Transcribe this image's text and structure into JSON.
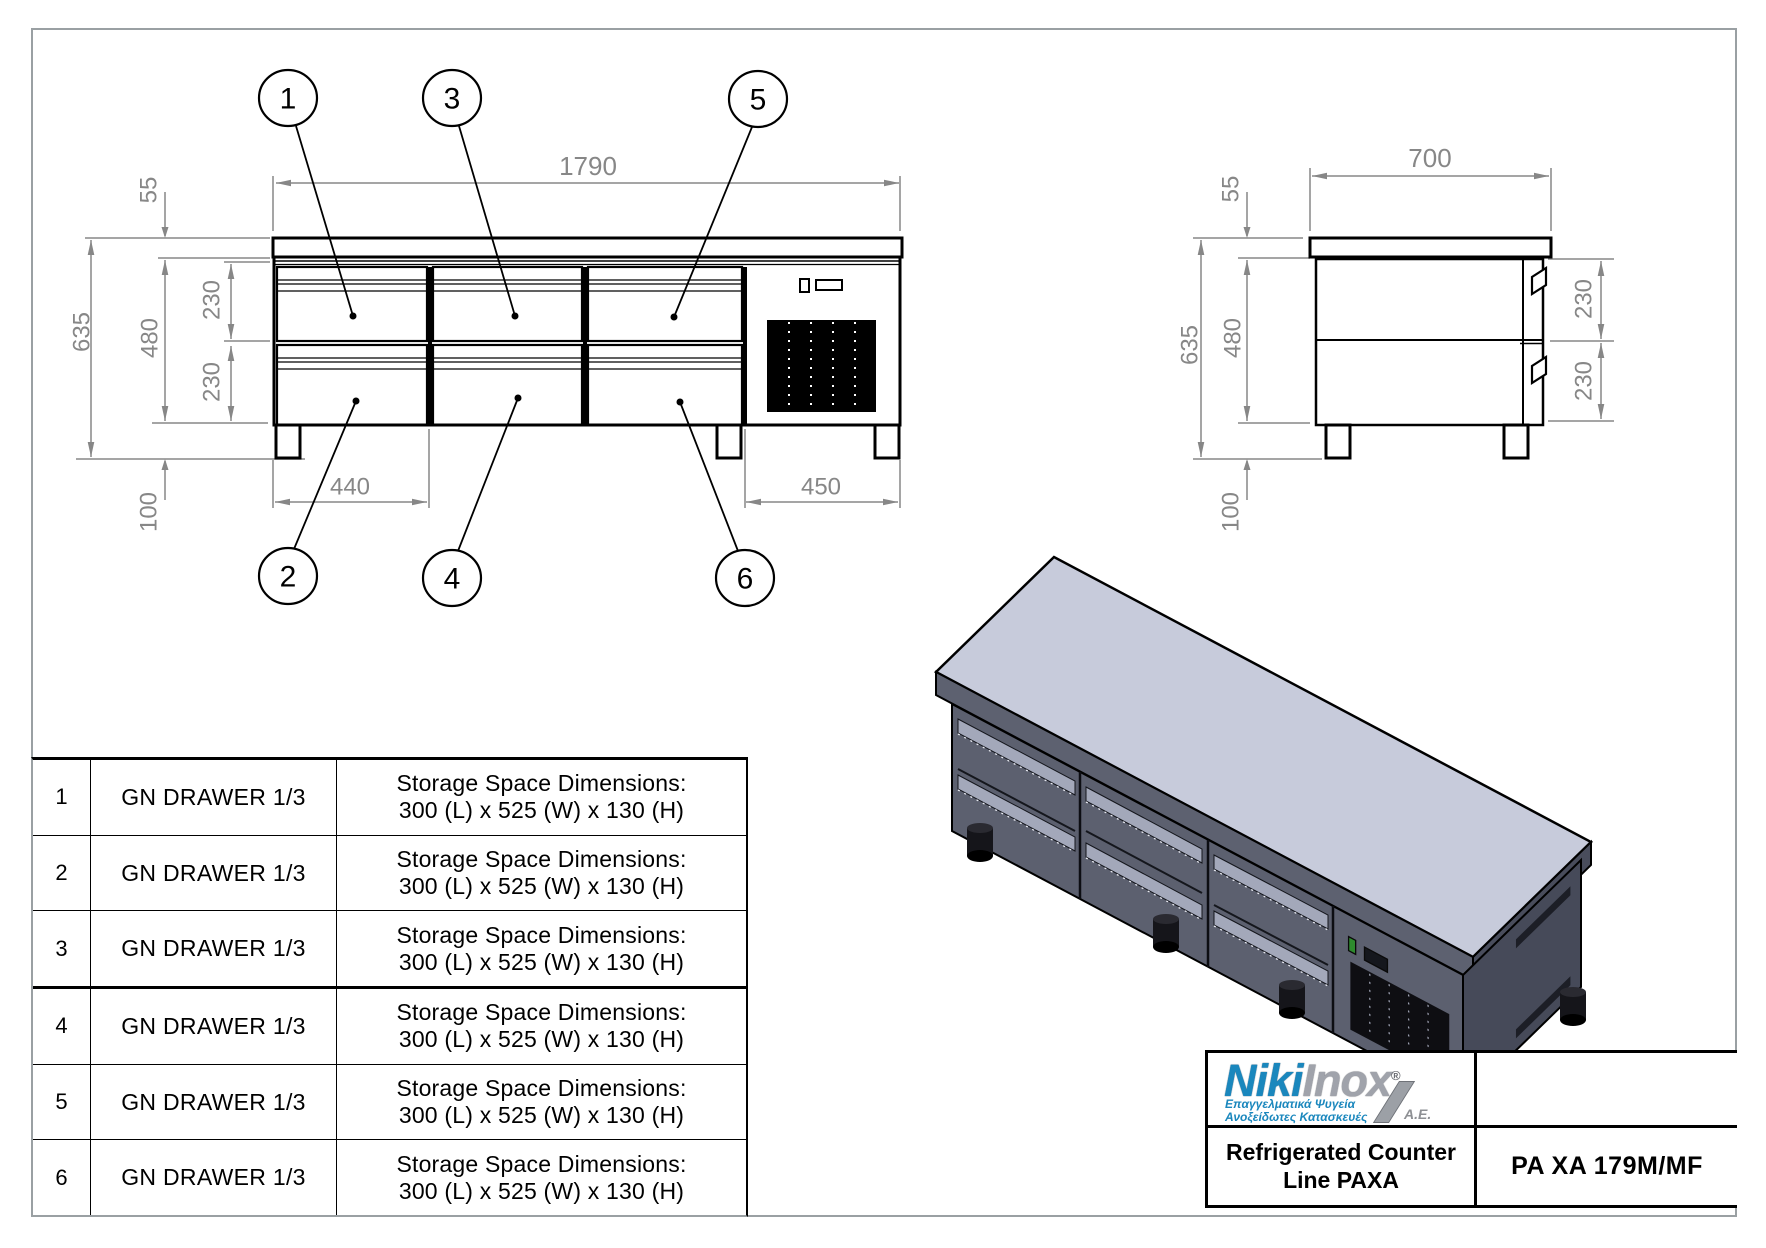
{
  "balloons": [
    "1",
    "3",
    "5",
    "2",
    "4",
    "6"
  ],
  "front_view": {
    "dims": {
      "width": "1790",
      "countertop": "55",
      "height": "635",
      "body": "480",
      "drawer_top": "230",
      "drawer_bottom": "230",
      "legs": "100",
      "drawer_width": "440",
      "compressor_width": "450"
    }
  },
  "side_view": {
    "dims": {
      "depth": "700",
      "countertop": "55",
      "height": "635",
      "body": "480",
      "drawer_top": "230",
      "drawer_bottom": "230",
      "legs": "100"
    }
  },
  "table": {
    "rows": [
      {
        "no": "1",
        "name": "GN DRAWER 1/3",
        "desc_line1": "Storage Space Dimensions:",
        "desc_line2": "300 (L) x 525 (W) x 130 (H)"
      },
      {
        "no": "2",
        "name": "GN DRAWER 1/3",
        "desc_line1": "Storage Space Dimensions:",
        "desc_line2": "300 (L) x 525 (W) x 130 (H)"
      },
      {
        "no": "3",
        "name": "GN DRAWER 1/3",
        "desc_line1": "Storage Space Dimensions:",
        "desc_line2": "300 (L) x 525 (W) x 130 (H)"
      },
      {
        "no": "4",
        "name": "GN DRAWER 1/3",
        "desc_line1": "Storage Space Dimensions:",
        "desc_line2": "300 (L) x 525 (W) x 130 (H)"
      },
      {
        "no": "5",
        "name": "GN DRAWER 1/3",
        "desc_line1": "Storage Space Dimensions:",
        "desc_line2": "300 (L) x 525 (W) x 130 (H)"
      },
      {
        "no": "6",
        "name": "GN DRAWER 1/3",
        "desc_line1": "Storage Space Dimensions:",
        "desc_line2": "300 (L) x 525 (W) x 130 (H)"
      }
    ]
  },
  "title_block": {
    "logo": {
      "brand_niki": "Niki",
      "brand_inox": "Inox",
      "registered": "®",
      "tagline_line1": "Επαγγελματικά Ψυγεία",
      "tagline_line2": "Ανοξείδωτες Κατασκευές",
      "company_suffix": "Α.Ε."
    },
    "product_line1": "Refrigerated Counter",
    "product_line2": "Line PAXA",
    "model": "PA XA 179M/MF"
  },
  "colors": {
    "line_black": "#000000",
    "dim_gray": "#878787",
    "page_border": "#9aa0a3",
    "logo_blue": "#1a87bd",
    "logo_silver": "#a0a3ab",
    "iso_top_face": "#c7cbdb",
    "iso_front_face": "#5c606f",
    "iso_side_face": "#464a59",
    "iso_band": "#a3a8ba",
    "led_green": "#2e8b2e"
  }
}
